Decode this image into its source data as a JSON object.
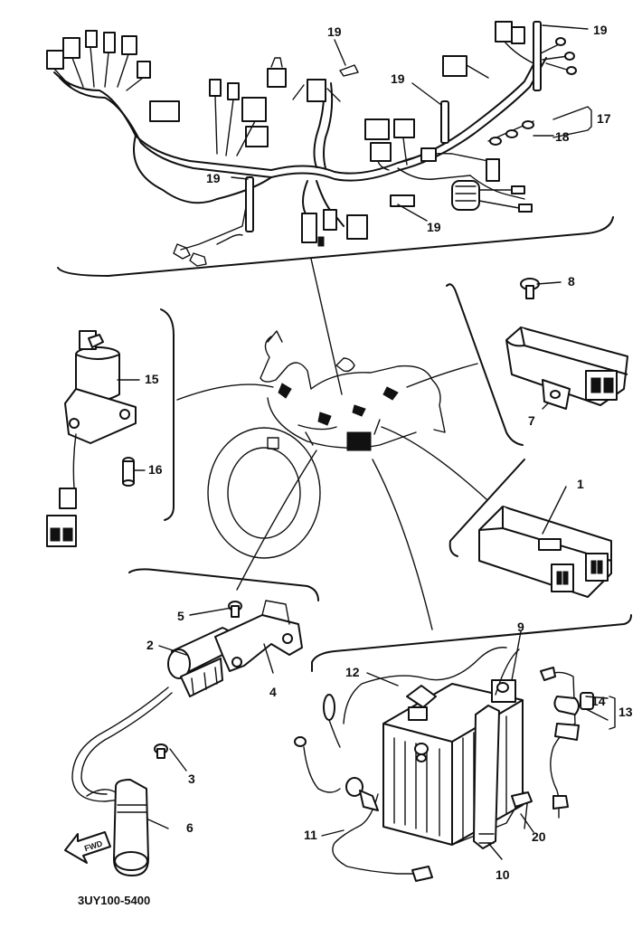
{
  "diagram_code": "3UY100-5400",
  "fwd_label": "FWD",
  "callouts": {
    "p1": "1",
    "p2": "2",
    "p3": "3",
    "p4": "4",
    "p5": "5",
    "p6": "6",
    "p7": "7",
    "p8": "8",
    "p9": "9",
    "p10": "10",
    "p11": "11",
    "p12": "12",
    "p13": "13",
    "p14": "14",
    "p15": "15",
    "p16": "16",
    "p17": "17",
    "p18": "18",
    "p19_top_center": "19",
    "p19_top_right": "19",
    "p19_mid": "19",
    "p19_left": "19",
    "p19_bottom": "19",
    "p20": "20"
  }
}
